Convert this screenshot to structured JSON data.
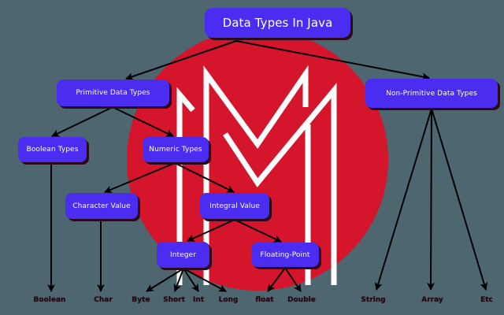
{
  "diagram": {
    "title": "Data Types In Java",
    "colors": {
      "background": "#4d6670",
      "node_fill": "#4a2df0",
      "node_text": "#ffffff",
      "logo_circle": "#d4152b",
      "logo_stroke": "#ffffff",
      "arrow": "#000000"
    },
    "nodes": {
      "root": "Data Types In Java",
      "primitive": "Primitive Data Types",
      "non_primitive": "Non-Primitive Data Types",
      "boolean_types": "Boolean Types",
      "numeric_types": "Numeric Types",
      "character_value": "Character Value",
      "integral_value": "Integral Value",
      "integer": "Integer",
      "floating_point": "Floating-Point"
    },
    "leaves": {
      "boolean": "Boolean",
      "char": "Char",
      "byte": "Byte",
      "short": "Short",
      "int": "Int",
      "long": "Long",
      "float": "float",
      "double": "Double",
      "string": "String",
      "array": "Array",
      "etc": "Etc"
    },
    "edges": [
      [
        "root",
        "primitive"
      ],
      [
        "root",
        "non_primitive"
      ],
      [
        "primitive",
        "boolean_types"
      ],
      [
        "primitive",
        "numeric_types"
      ],
      [
        "numeric_types",
        "character_value"
      ],
      [
        "numeric_types",
        "integral_value"
      ],
      [
        "integral_value",
        "integer"
      ],
      [
        "integral_value",
        "floating_point"
      ],
      [
        "boolean_types",
        "boolean"
      ],
      [
        "character_value",
        "char"
      ],
      [
        "integer",
        "byte"
      ],
      [
        "integer",
        "short"
      ],
      [
        "integer",
        "int"
      ],
      [
        "integer",
        "long"
      ],
      [
        "floating_point",
        "float"
      ],
      [
        "floating_point",
        "double"
      ],
      [
        "non_primitive",
        "string"
      ],
      [
        "non_primitive",
        "array"
      ],
      [
        "non_primitive",
        "etc"
      ]
    ]
  }
}
